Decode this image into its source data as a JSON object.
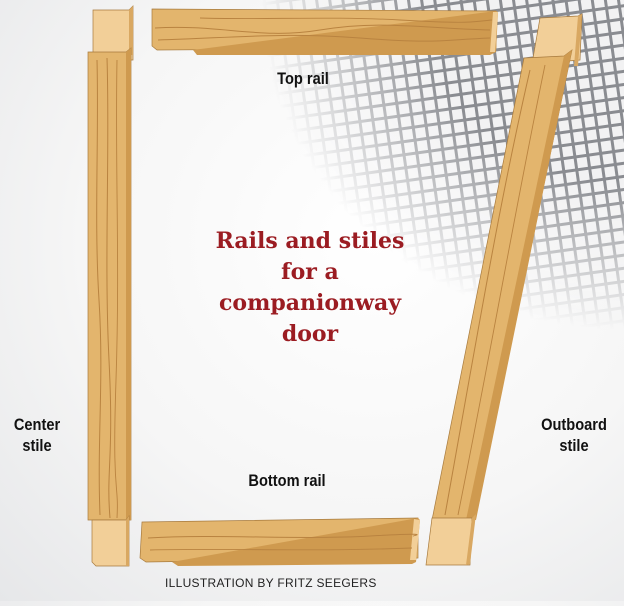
{
  "title": {
    "lines": [
      "Rails and stiles",
      "for a",
      "companionway",
      "door"
    ],
    "color": "#9b1c22"
  },
  "labels": {
    "top_rail": "Top rail",
    "bottom_rail": "Bottom rail",
    "center_stile_line1": "Center",
    "center_stile_line2": "stile",
    "outboard_stile_line1": "Outboard",
    "outboard_stile_line2": "stile"
  },
  "credit": "ILLUSTRATION BY FRITZ SEEGERS",
  "colors": {
    "wood_face": "#e3b56d",
    "wood_side": "#cf9a4f",
    "tenon": "#f2cf98",
    "grain": "#b98340",
    "screen_mesh": "#7c7e83"
  }
}
